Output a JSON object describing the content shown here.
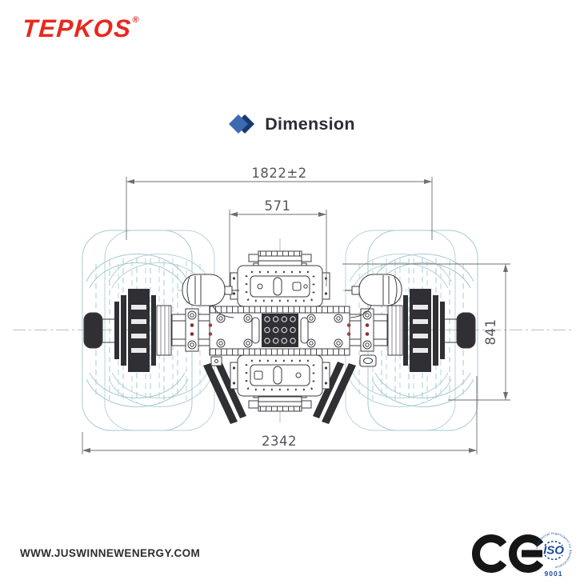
{
  "brand": {
    "name": "TEPKOS",
    "registered": "®"
  },
  "heading": {
    "title": "Dimension"
  },
  "drawing": {
    "dim_track": "1822±2",
    "dim_center": "571",
    "dim_overall": "2342",
    "dim_height": "841"
  },
  "footer": {
    "website": "WWW.JUSWINNEWENERGY.COM"
  },
  "certs": {
    "iso_center": "ISO",
    "iso_number": "9001",
    "iso_ring": "International Organization for Standardization"
  },
  "colors": {
    "brand_red": "#e8281e",
    "heading_blue": "#3e6ab1",
    "heading_blue_dark": "#173a6f",
    "tire_cyan": "#a6cad2",
    "line_dark": "#3c3c41",
    "dim_gray": "#6f6f73",
    "iso_blue": "#1c4899",
    "ce_black": "#161616",
    "bolt_red": "#8a2f2f"
  }
}
